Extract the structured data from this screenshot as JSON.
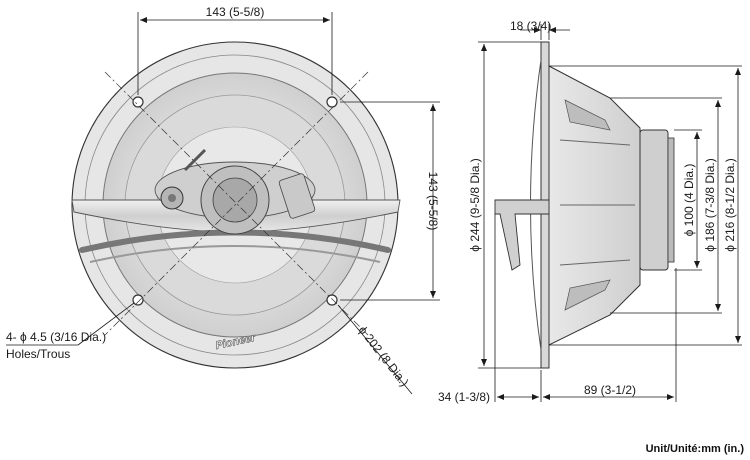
{
  "front_view": {
    "width_dim": "143 (5-5/8)",
    "height_dim": "143 (5-5/8)",
    "hole_note_line1": "4- ϕ 4.5 (3/16 Dia.)",
    "hole_note_line2": "Holes/Trous",
    "diameter_dim": "ϕ 202 (8 Dia.)",
    "brand_logo": "Pioneer"
  },
  "side_view": {
    "top_depth_dim": "18 (3/4)",
    "outer_diameter_dim": "ϕ 244 (9-5/8 Dia.)",
    "magnet_diameter_dim": "ϕ 100 (4 Dia.)",
    "basket_diameter_dim": "ϕ 186 (7-3/8 Dia.)",
    "cutout_diameter_dim": "ϕ 216 (8-1/2 Dia.)",
    "front_depth_dim": "34 (1-3/8)",
    "mount_depth_dim": "89 (3-1/2)"
  },
  "unit_label": "Unit/Unité:mm (in.)"
}
